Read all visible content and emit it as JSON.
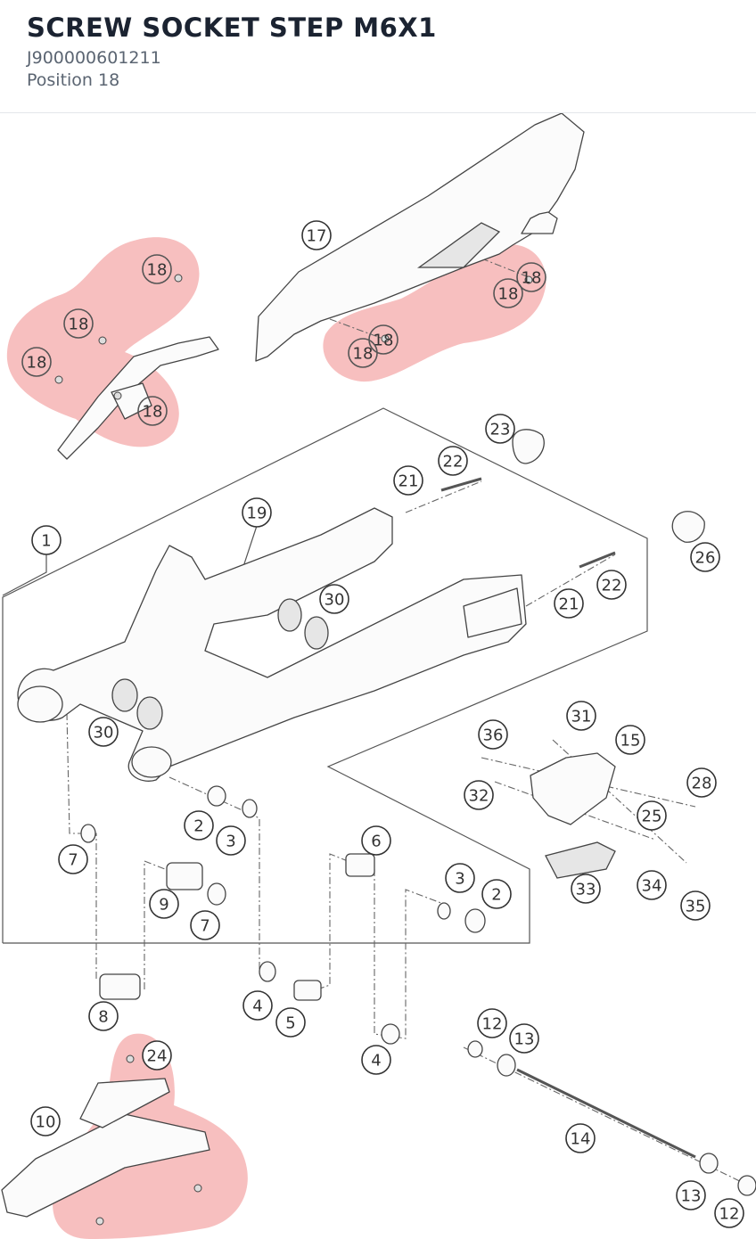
{
  "header": {
    "title": "SCREW SOCKET STEP M6X1",
    "part_number": "J900000601211",
    "position": "Position 18"
  },
  "colors": {
    "highlight": "#f08080",
    "title": "#1b2331",
    "subtitle": "#5b6572"
  },
  "highlighted_position": "18",
  "callouts": [
    {
      "label": "18",
      "highlighted": true
    },
    {
      "label": "18",
      "highlighted": true
    },
    {
      "label": "18",
      "highlighted": true
    },
    {
      "label": "18",
      "highlighted": true
    },
    {
      "label": "18",
      "highlighted": true
    },
    {
      "label": "18",
      "highlighted": true
    },
    {
      "label": "18",
      "highlighted": true
    },
    {
      "label": "18",
      "highlighted": true
    },
    {
      "label": "17",
      "highlighted": false
    },
    {
      "label": "23",
      "highlighted": false
    },
    {
      "label": "22",
      "highlighted": false
    },
    {
      "label": "21",
      "highlighted": false
    },
    {
      "label": "19",
      "highlighted": false
    },
    {
      "label": "1",
      "highlighted": false
    },
    {
      "label": "26",
      "highlighted": false
    },
    {
      "label": "30",
      "highlighted": false
    },
    {
      "label": "22",
      "highlighted": false
    },
    {
      "label": "21",
      "highlighted": false
    },
    {
      "label": "30",
      "highlighted": false
    },
    {
      "label": "31",
      "highlighted": false
    },
    {
      "label": "36",
      "highlighted": false
    },
    {
      "label": "15",
      "highlighted": false
    },
    {
      "label": "28",
      "highlighted": false
    },
    {
      "label": "32",
      "highlighted": false
    },
    {
      "label": "25",
      "highlighted": false
    },
    {
      "label": "2",
      "highlighted": false
    },
    {
      "label": "3",
      "highlighted": false
    },
    {
      "label": "6",
      "highlighted": false
    },
    {
      "label": "7",
      "highlighted": false
    },
    {
      "label": "33",
      "highlighted": false
    },
    {
      "label": "34",
      "highlighted": false
    },
    {
      "label": "35",
      "highlighted": false
    },
    {
      "label": "3",
      "highlighted": false
    },
    {
      "label": "2",
      "highlighted": false
    },
    {
      "label": "9",
      "highlighted": false
    },
    {
      "label": "7",
      "highlighted": false
    },
    {
      "label": "8",
      "highlighted": false
    },
    {
      "label": "4",
      "highlighted": false
    },
    {
      "label": "5",
      "highlighted": false
    },
    {
      "label": "12",
      "highlighted": false
    },
    {
      "label": "13",
      "highlighted": false
    },
    {
      "label": "4",
      "highlighted": false
    },
    {
      "label": "24",
      "highlighted": false
    },
    {
      "label": "10",
      "highlighted": false
    },
    {
      "label": "14",
      "highlighted": false
    },
    {
      "label": "13",
      "highlighted": false
    },
    {
      "label": "12",
      "highlighted": false
    }
  ]
}
